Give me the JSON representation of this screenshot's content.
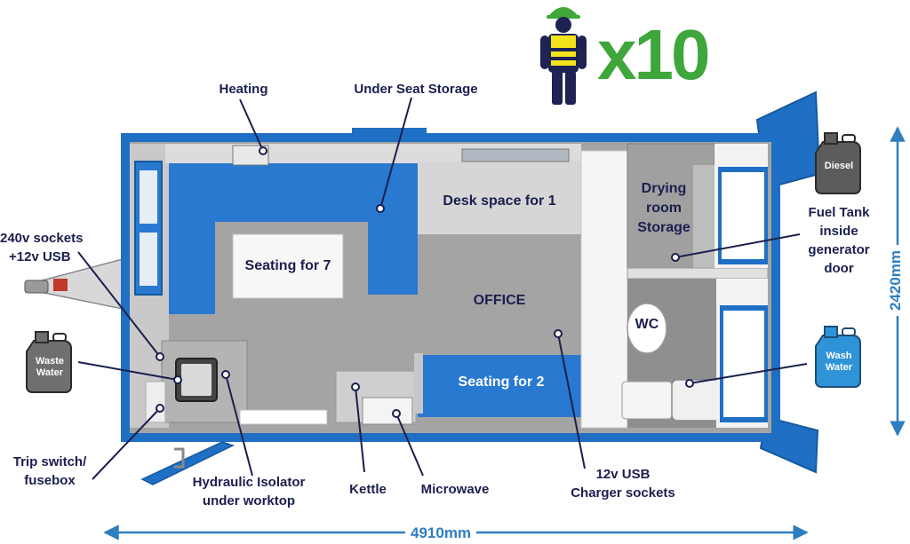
{
  "colors": {
    "cabin_blue": "#2a79d0",
    "frame_blue": "#1f6fc4",
    "floor_grey": "#a1a1a1",
    "label_navy": "#1a1f4e",
    "dimension_blue": "#2e7ec0",
    "count_green": "#3ea63a",
    "vest_yellow": "#f3e31b",
    "helmet_green": "#3ea63a",
    "diesel_can": "#5c5c5c",
    "waste_can": "#6f6f6f",
    "water_can": "#2f93d8"
  },
  "occupancy": {
    "icon": "worker-icon",
    "count": "x10"
  },
  "callouts": {
    "heating": "Heating",
    "under_seat_storage": "Under Seat Storage",
    "sockets_line1": "240v sockets",
    "sockets_line2": "+12v USB",
    "trip_line1": "Trip switch/",
    "trip_line2": "fusebox",
    "hydraulic_line1": "Hydraulic Isolator",
    "hydraulic_line2": "under worktop",
    "kettle": "Kettle",
    "microwave": "Microwave",
    "usb_line1": "12v USB",
    "usb_line2": "Charger sockets",
    "fuel_line1": "Fuel Tank",
    "fuel_line2": "inside",
    "fuel_line3": "generator",
    "fuel_line4": "door"
  },
  "rooms": {
    "seating_7": "Seating for 7",
    "desk": "Desk space for 1",
    "office": "OFFICE",
    "seating_2": "Seating for 2",
    "drying_line1": "Drying",
    "drying_line2": "room",
    "drying_line3": "Storage",
    "wc": "WC"
  },
  "cans": {
    "diesel": "Diesel",
    "waste_line1": "Waste",
    "waste_line2": "Water",
    "wash_line1": "Wash",
    "wash_line2": "Water"
  },
  "dimensions": {
    "width": "4910mm",
    "height": "2420mm"
  }
}
